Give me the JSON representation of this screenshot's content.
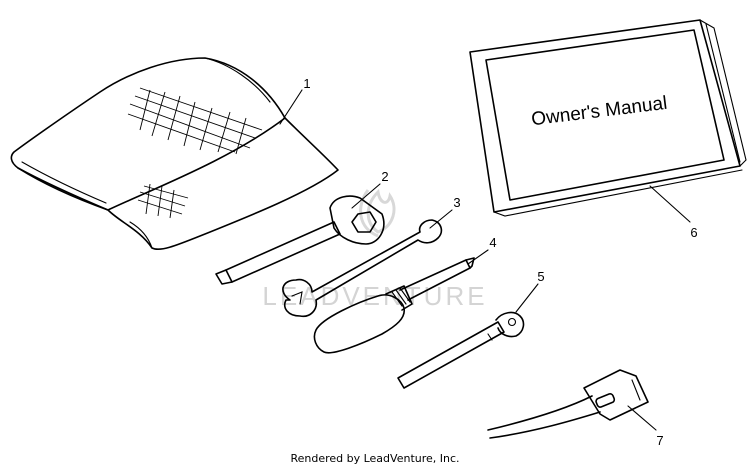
{
  "parts": [
    {
      "number": "1",
      "item": "tool-pouch"
    },
    {
      "number": "2",
      "item": "spark-plug-wrench"
    },
    {
      "number": "3",
      "item": "open-end-wrench"
    },
    {
      "number": "4",
      "item": "screwdriver"
    },
    {
      "number": "5",
      "item": "screwdriver-handle-bar"
    },
    {
      "number": "6",
      "item": "owners-manual"
    },
    {
      "number": "7",
      "item": "fuse-puller"
    }
  ],
  "manual_cover_text": "Owner's Manual",
  "watermark_text": "LEADVENTURE",
  "footer_text": "Rendered by LeadVenture, Inc.",
  "colors": {
    "ink": "#000000",
    "background": "#ffffff",
    "watermark": "#d4d4d4"
  }
}
